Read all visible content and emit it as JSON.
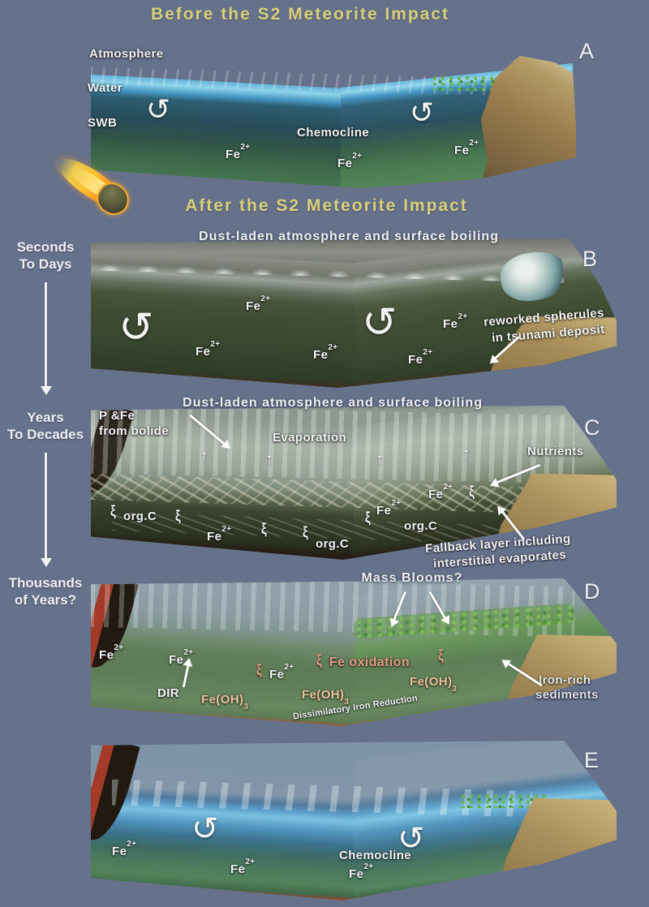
{
  "titles": {
    "before": "Before the S2 Meteorite Impact",
    "after": "After the S2 Meteorite Impact"
  },
  "timeline": {
    "step1": {
      "line1": "Seconds",
      "line2": "To Days"
    },
    "step2": {
      "line1": "Years",
      "line2": "To Decades"
    },
    "step3": {
      "line1": "Thousands",
      "line2": "of Years?"
    }
  },
  "chem": {
    "fe_base": "Fe",
    "fe_sup": "2+",
    "feoh_base": "Fe(OH)",
    "feoh_sub": "3",
    "orgc": "org.C"
  },
  "icons": {
    "rotor": "↺",
    "squiggle": "ξ",
    "up_arrow": "↑",
    "meteor": "meteor-fireball"
  },
  "panels": {
    "a": {
      "letter": "A",
      "atmosphere": "Atmosphere",
      "water": "Water",
      "swb": "SWB",
      "chemocline": "Chemocline"
    },
    "b": {
      "letter": "B",
      "caption": "Dust-laden atmosphere and surface boiling",
      "spherules_line1": "reworked spherules",
      "spherules_line2": "in tsunami deposit"
    },
    "c": {
      "letter": "C",
      "caption": "Dust-laden atmosphere and surface boiling",
      "bolide_line1": "P &Fe",
      "bolide_line2": "from bolide",
      "evaporation": "Evaporation",
      "nutrients": "Nutrients",
      "fallback_line1": "Fallback layer including",
      "fallback_line2": "interstitial evaporates"
    },
    "d": {
      "letter": "D",
      "mass_blooms": "Mass Blooms?",
      "dir": "DIR",
      "fe_oxidation": "Fe oxidation",
      "dir_full": "Dissimilatory Iron Reduction",
      "iron_rich_line1": "Iron-rich",
      "iron_rich_line2": "sediments"
    },
    "e": {
      "letter": "E",
      "chemocline": "Chemocline"
    }
  },
  "colors": {
    "background": "#66718b",
    "title": "#d8d17c",
    "label_white": "#f4f4f6",
    "salmon": "#e79b85",
    "tan": "#eec69e",
    "letter": "#eef0f5"
  }
}
